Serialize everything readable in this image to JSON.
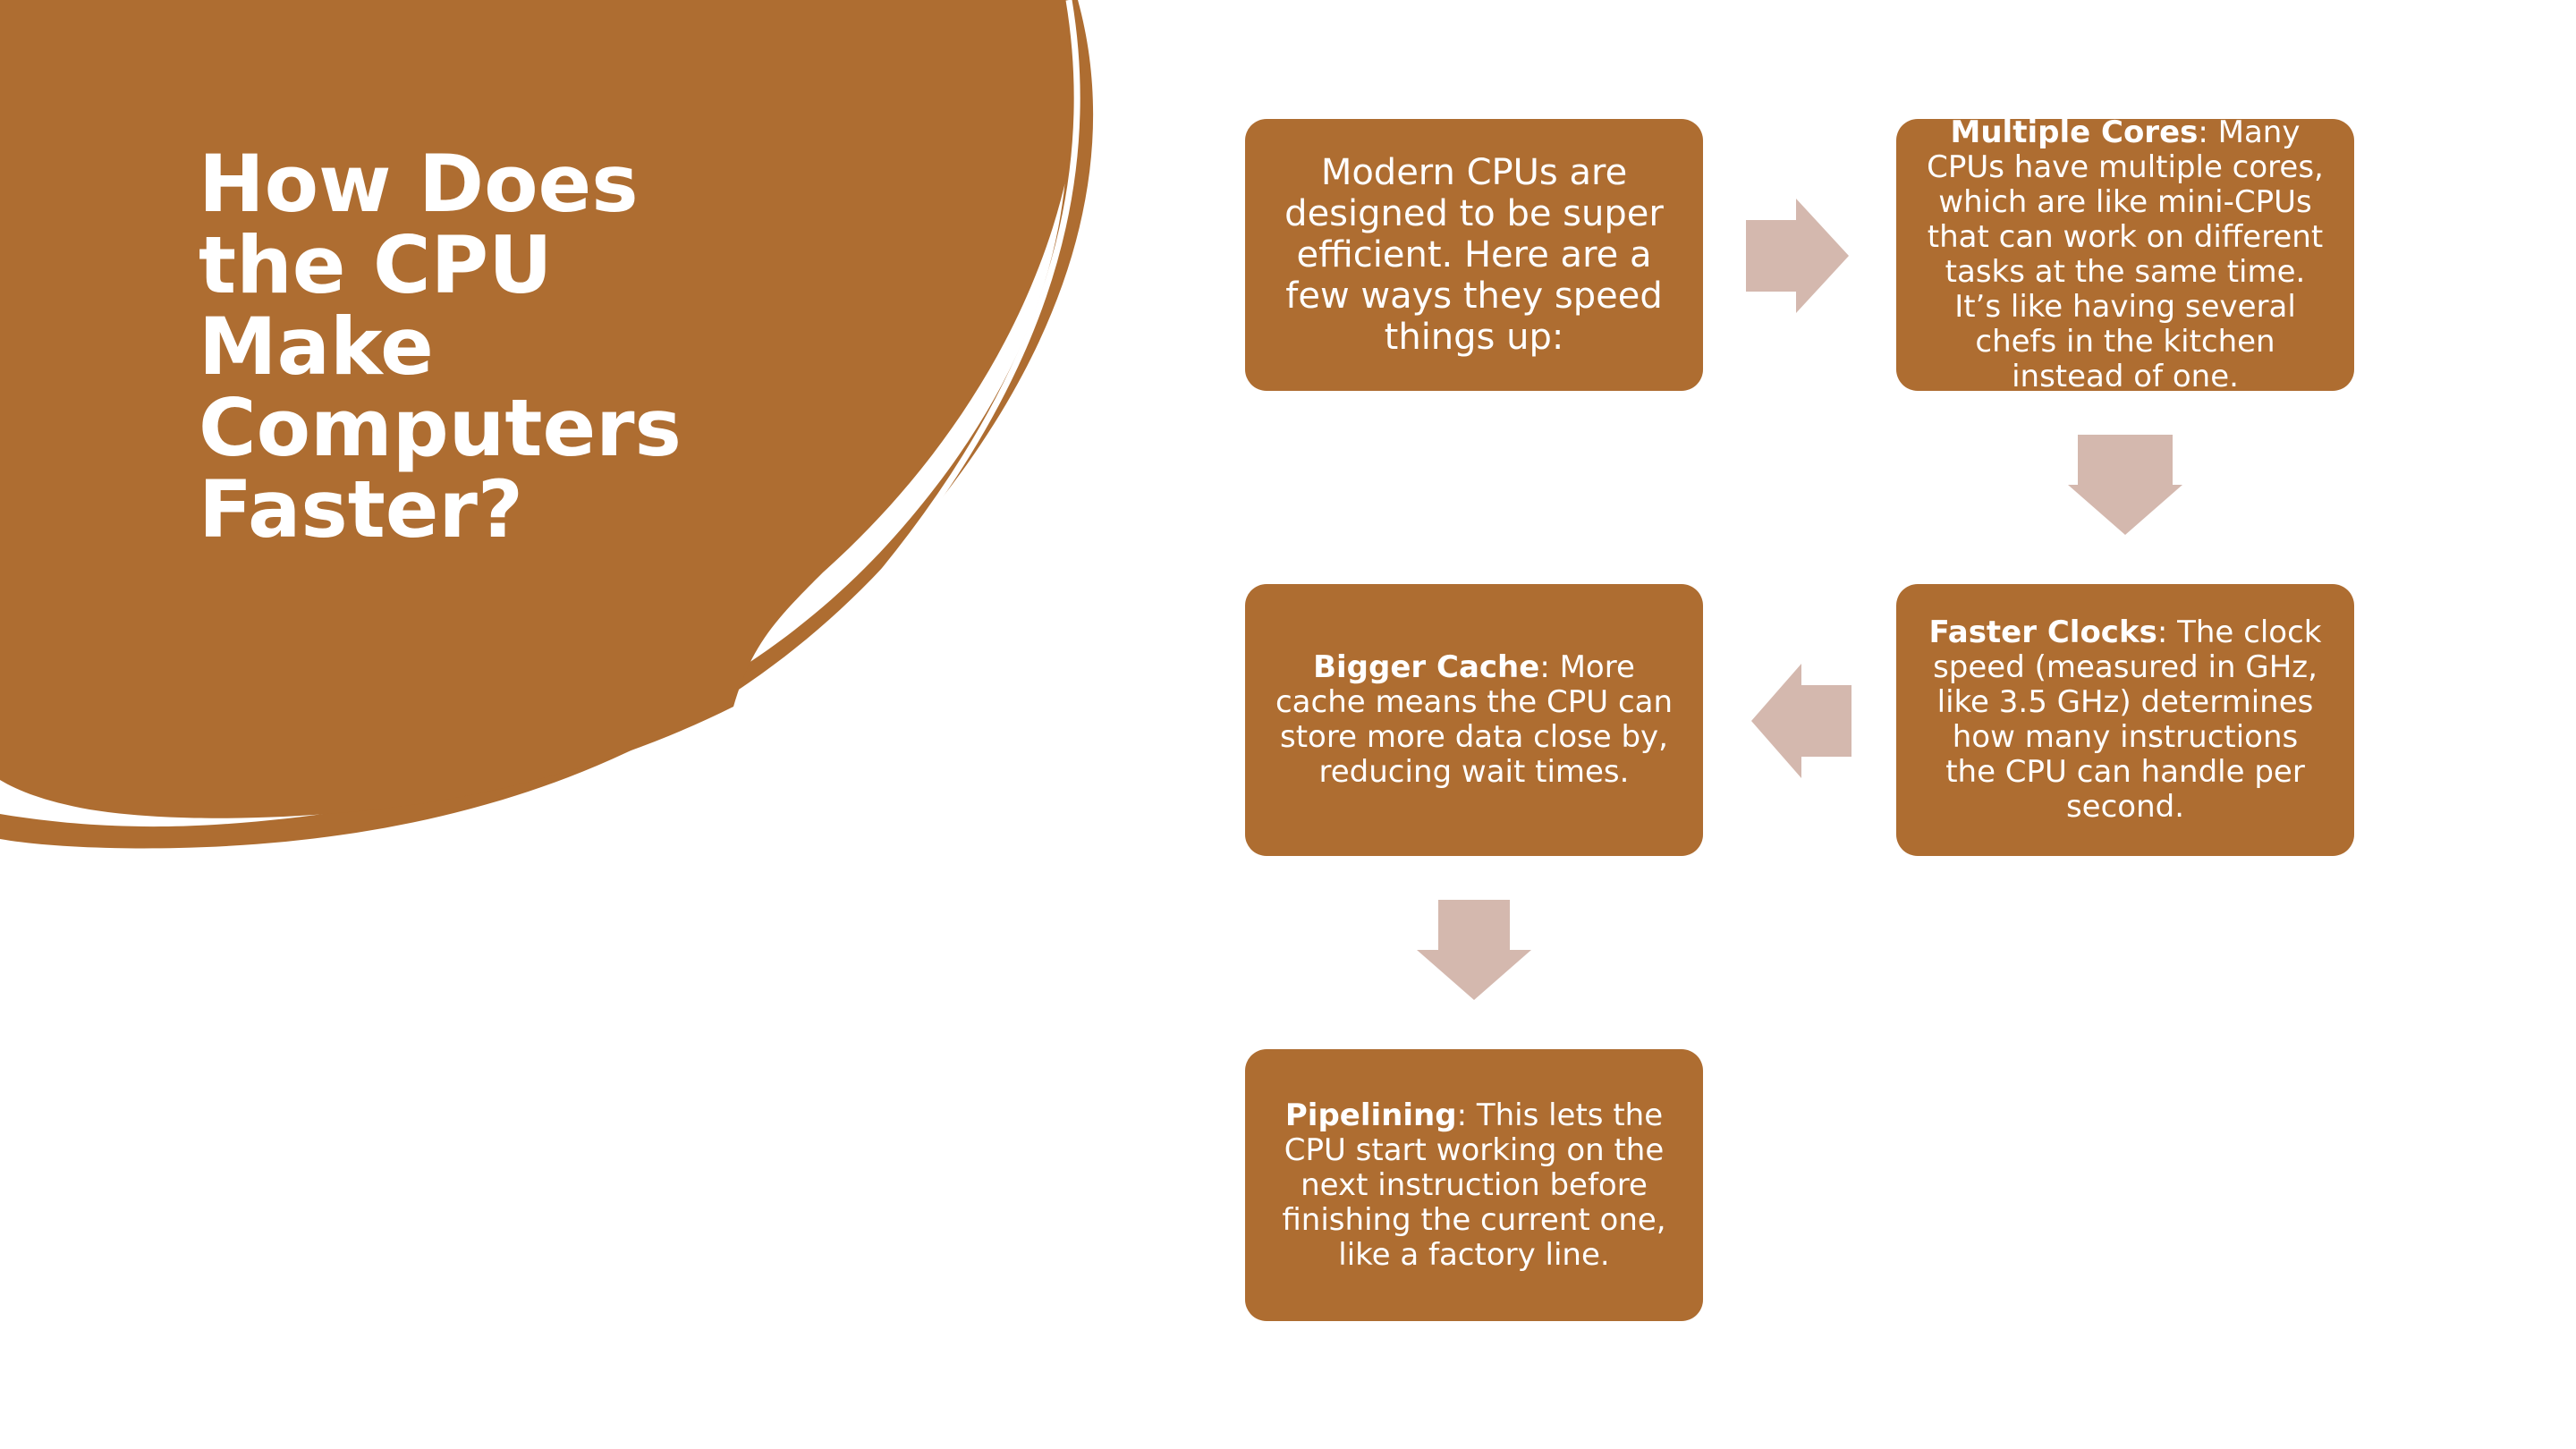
{
  "title": {
    "lines": [
      "How Does",
      "the CPU",
      "Make",
      "Computers",
      "Faster?"
    ]
  },
  "colors": {
    "accent": "#ae6d31",
    "arrow": "#d4b8ae",
    "text": "#ffffff",
    "background": "#ffffff"
  },
  "boxes": {
    "intro": {
      "lines": [
        "Modern CPUs are",
        "designed to be super",
        "efficient. Here are a",
        "few ways they speed",
        "things up:"
      ]
    },
    "multiple_cores": {
      "heading": "Multiple Cores",
      "line1_rest": ": Many",
      "lines": [
        "CPUs have multiple cores,",
        "which are like mini-CPUs",
        "that can work on different",
        "tasks at the same time.",
        "It’s like having several",
        "chefs in the kitchen",
        "instead of one."
      ]
    },
    "faster_clocks": {
      "heading": "Faster Clocks",
      "line1_rest": ": The clock",
      "lines": [
        "speed (measured in GHz,",
        "like 3.5 GHz) determines",
        "how many instructions",
        "the CPU can handle per",
        "second."
      ]
    },
    "bigger_cache": {
      "heading": "Bigger Cache",
      "line1_rest": ": More",
      "lines": [
        "cache means the CPU can",
        "store more data close by,",
        "reducing wait times."
      ]
    },
    "pipelining": {
      "heading": "Pipelining",
      "line1_rest": ": This lets the",
      "lines": [
        "CPU start working on the",
        "next instruction before",
        "finishing the current one,",
        "like a factory line."
      ]
    }
  },
  "arrows": [
    {
      "name": "arrow-right",
      "direction": "right"
    },
    {
      "name": "arrow-down",
      "direction": "down"
    },
    {
      "name": "arrow-left",
      "direction": "left"
    },
    {
      "name": "arrow-down",
      "direction": "down"
    }
  ]
}
